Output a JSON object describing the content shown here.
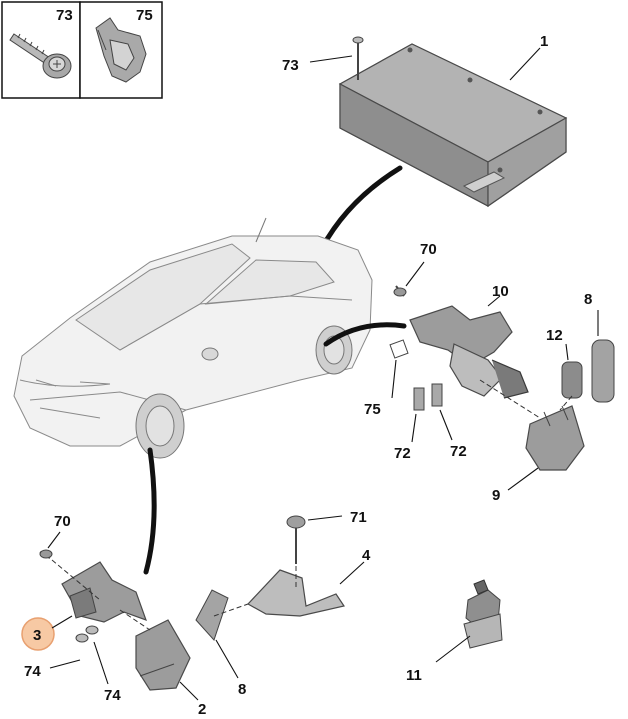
{
  "inset_labels": [
    "73",
    "75"
  ],
  "callouts": {
    "p1": "1",
    "p73": "73",
    "p70a": "70",
    "p10": "10",
    "p8a": "8",
    "p12": "12",
    "p75": "75",
    "p72a": "72",
    "p72b": "72",
    "p9": "9",
    "p70b": "70",
    "p71": "71",
    "p4": "4",
    "p3": "3",
    "p74a": "74",
    "p74b": "74",
    "p8b": "8",
    "p2": "2",
    "p11": "11"
  },
  "colors": {
    "highlight": "#f7c9a4",
    "part": "#9c9c9c",
    "line": "#111111"
  }
}
